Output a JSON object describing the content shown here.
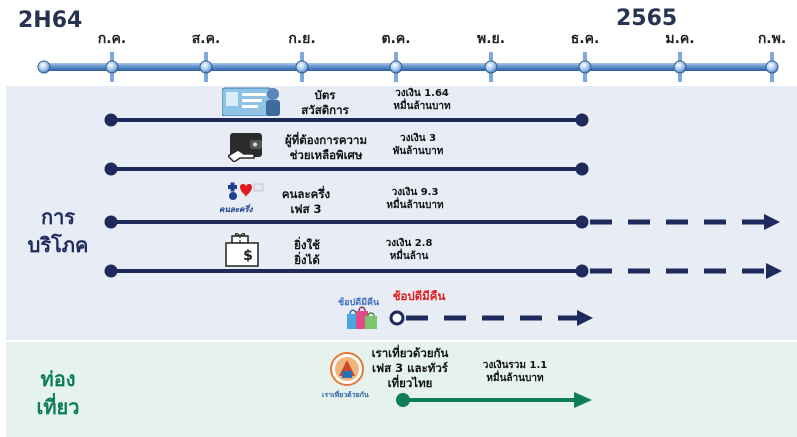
{
  "timeline": {
    "year_left": "2H64",
    "year_right": "2565",
    "months": [
      "ก.ค.",
      "ส.ค.",
      "ก.ย.",
      "ต.ค.",
      "พ.ย.",
      "ธ.ค.",
      "ม.ค.",
      "ก.พ."
    ]
  },
  "sections": {
    "consumption": "การ\nบริโภค",
    "tourism": "ท่อง\nเที่ยว"
  },
  "programs": [
    {
      "name": "บัตร\nสวัสดิการ",
      "budget": "วงเงิน 1.64\nหมื่นล้านบาท"
    },
    {
      "name": "ผู้ที่ต้องการความ\nช่วยเหลือพิเศษ",
      "budget": "วงเงิน 3\nพันล้านบาท"
    },
    {
      "name": "คนละครึ่ง\nเฟส 3",
      "budget": "วงเงิน 9.3\nหมื่นล้านบาท",
      "icon_caption": "คนละครึ่ง"
    },
    {
      "name": "ยิ่งใช้\nยิ่งได้",
      "budget": "วงเงิน 2.8\nหมื่นล้าน"
    },
    {
      "name": "ช้อปดีมีคืน",
      "icon_caption": "ช้อปดีมีคืน"
    },
    {
      "name": "เราเที่ยวด้วยกัน\nเฟส 3 และทัวร์\nเที่ยวไทย",
      "budget": "วงเงินรวม 1.1\nหมื่นล้านบาท",
      "icon_caption": "เราเที่ยวด้วยกัน"
    }
  ],
  "colors": {
    "navy": "#1f2a5c",
    "green": "#0e7d5a",
    "timeline_blue": "#5b8fc9",
    "consume_bg": "#e8ecf5",
    "tour_bg": "#e5f3ec",
    "red": "#e3191c"
  }
}
